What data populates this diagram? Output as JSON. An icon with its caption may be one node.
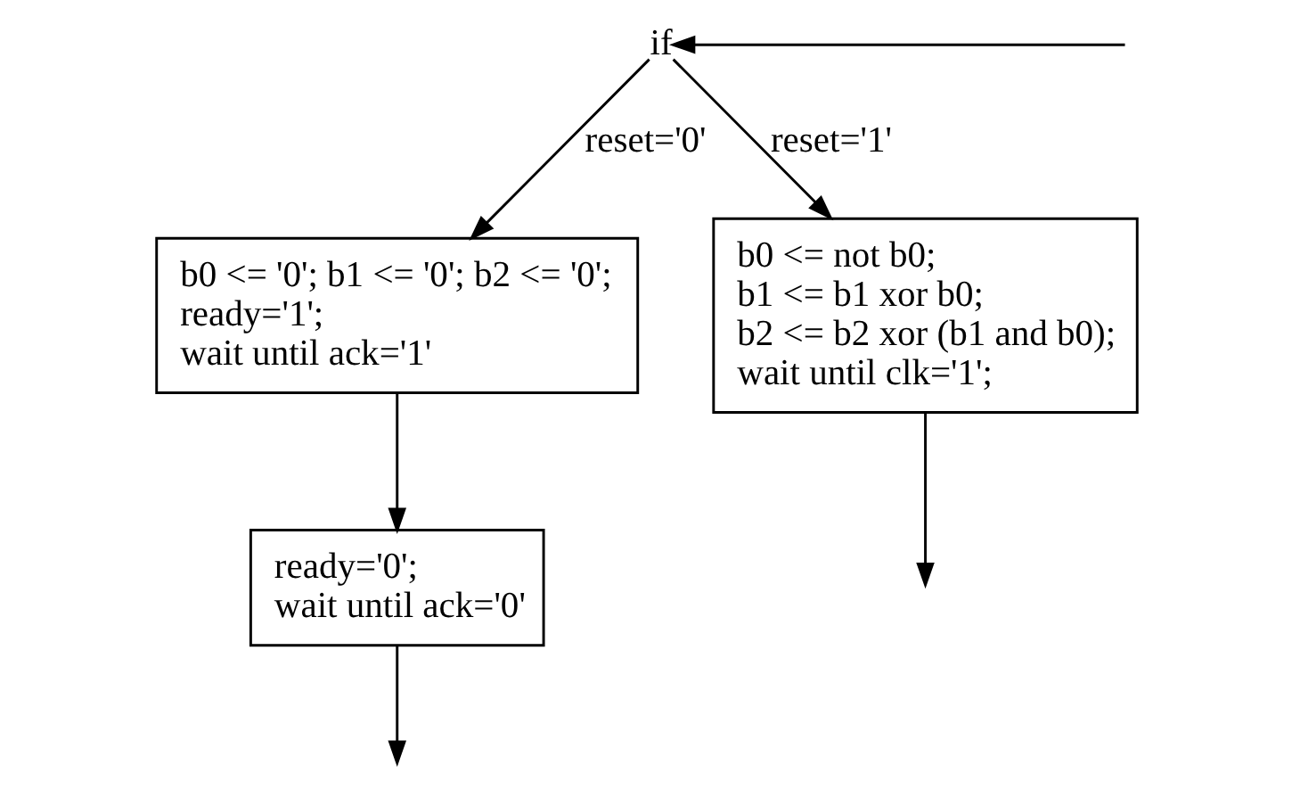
{
  "diagram": {
    "nodes": [
      {
        "text": [
          "if"
        ]
      },
      {
        "text": [
          "b0 <= '0'; b1 <= '0'; b2 <= '0';",
          "ready='1';",
          "wait until ack='1'"
        ]
      },
      {
        "text": [
          "b0 <= not b0;",
          "b1 <= b1 xor b0;",
          "b2 <= b2 xor (b1 and b0);",
          "wait until clk='1';"
        ]
      },
      {
        "text": [
          "ready='0';",
          "wait until ack='0'"
        ]
      }
    ],
    "edges": [
      {
        "from": null,
        "to": 0,
        "arrow": "to"
      },
      {
        "from": 0,
        "to": 1,
        "arrow": "to",
        "label": "reset='0'"
      },
      {
        "from": 0,
        "to": 2,
        "arrow": "to",
        "label": "reset='1'"
      },
      {
        "from": 1,
        "to": 3,
        "arrow": "to"
      },
      {
        "from": 3,
        "to": null,
        "arrow": "to"
      },
      {
        "from": 2,
        "to": null,
        "arrow": "to"
      }
    ]
  }
}
